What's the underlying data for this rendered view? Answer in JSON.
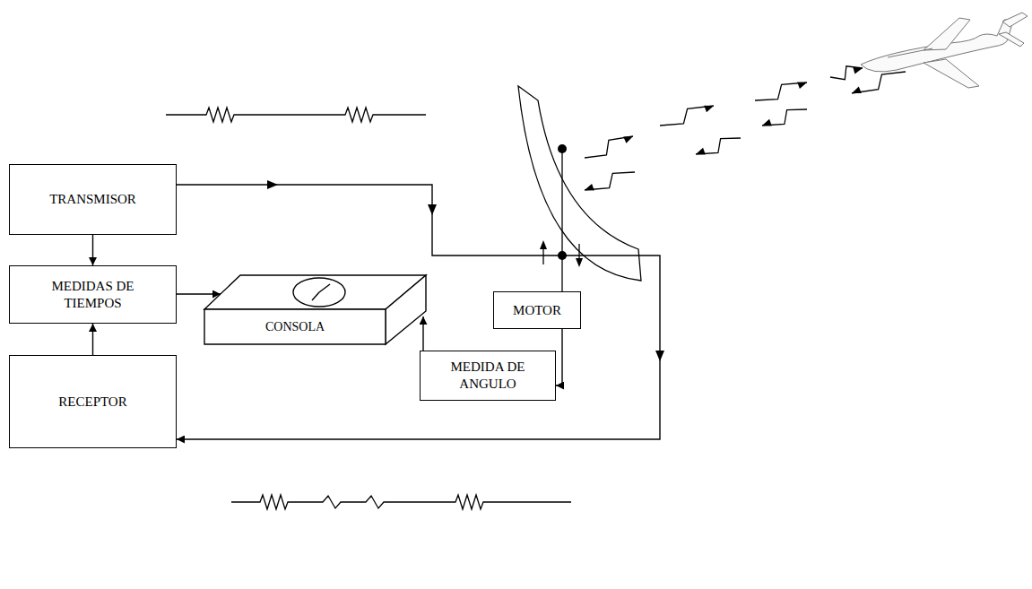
{
  "diagram": {
    "nodes": [
      {
        "text": [
          "TRANSMISOR"
        ]
      },
      {
        "text": [
          "MEDIDAS DE TIEMPOS"
        ]
      },
      {
        "text": [
          "CONSOLA"
        ]
      },
      {
        "text": [
          "MOTOR"
        ]
      },
      {
        "text": [
          "MEDIDA DE ANGULO"
        ]
      },
      {
        "text": [
          "RECEPTOR"
        ]
      }
    ],
    "edges": [
      {
        "from": 0,
        "to": 1,
        "arrow": "to"
      },
      {
        "from": 5,
        "to": 1,
        "arrow": "to"
      },
      {
        "from": 1,
        "to": 2,
        "arrow": "to"
      },
      {
        "from": 4,
        "to": 2,
        "arrow": "to"
      },
      {
        "from": 3,
        "to": 4,
        "arrow": "to"
      },
      {
        "from": 0,
        "to": 5,
        "arrow": "to"
      }
    ]
  }
}
